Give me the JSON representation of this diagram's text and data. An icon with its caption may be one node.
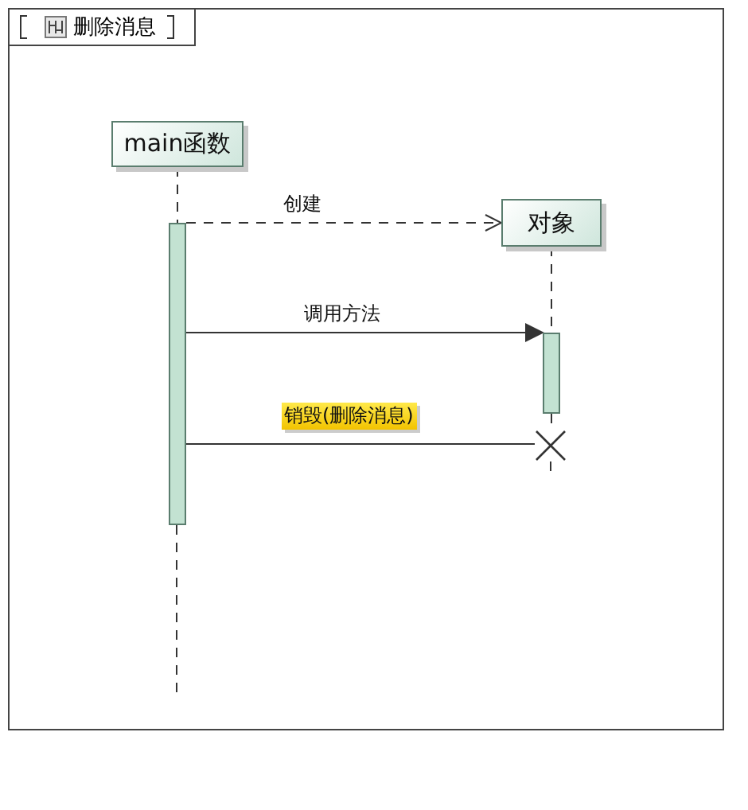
{
  "diagram": {
    "nodes": [
      {
        "text": [
          "删除消息"
        ]
      },
      {
        "text": [
          "main函数"
        ],
        "in": 0
      },
      {
        "text": [
          "对象"
        ],
        "in": 0
      },
      {
        "text": [],
        "shape": "bar",
        "in": 0
      },
      {
        "text": [],
        "shape": "bar",
        "in": 0
      },
      {
        "text": [],
        "shape": "cross",
        "in": 0
      }
    ],
    "edges": [
      {
        "from": 1,
        "to": 3,
        "arrow": "none",
        "style": "dashed"
      },
      {
        "from": 3,
        "to": 2,
        "arrow": "to",
        "style": "dashed",
        "label": "创建"
      },
      {
        "from": 2,
        "to": 4,
        "arrow": "none",
        "style": "dashed"
      },
      {
        "from": 3,
        "to": 4,
        "arrow": "to",
        "label": "调用方法"
      },
      {
        "from": 4,
        "to": 5,
        "arrow": "none",
        "style": "dashed"
      },
      {
        "from": 3,
        "to": 5,
        "arrow": "none",
        "label": "销毁(删除消息)",
        "color": "#333333"
      }
    ]
  }
}
